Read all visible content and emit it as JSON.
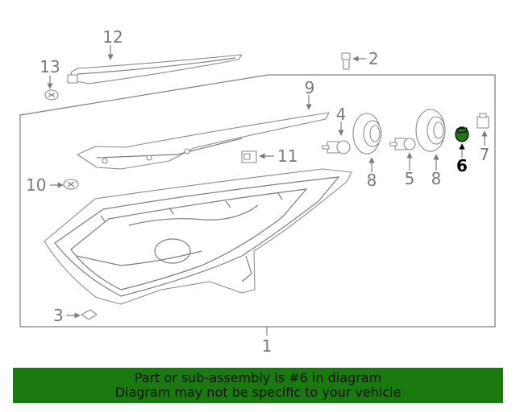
{
  "callouts": [
    {
      "number": "1"
    },
    {
      "number": "2"
    },
    {
      "number": "3"
    },
    {
      "number": "4"
    },
    {
      "number": "5"
    },
    {
      "number": "6"
    },
    {
      "number": "7"
    },
    {
      "number": "8"
    },
    {
      "number": "8"
    },
    {
      "number": "9"
    },
    {
      "number": "10"
    },
    {
      "number": "11"
    },
    {
      "number": "12"
    },
    {
      "number": "13"
    }
  ],
  "highlight": {
    "part_number": "6",
    "color": "#1a7a10"
  },
  "banner": {
    "line1": "Part or sub-assembly is #6 in diagram",
    "line2": "Diagram may not be specific to your vehicle",
    "background": "#1a7a10"
  }
}
